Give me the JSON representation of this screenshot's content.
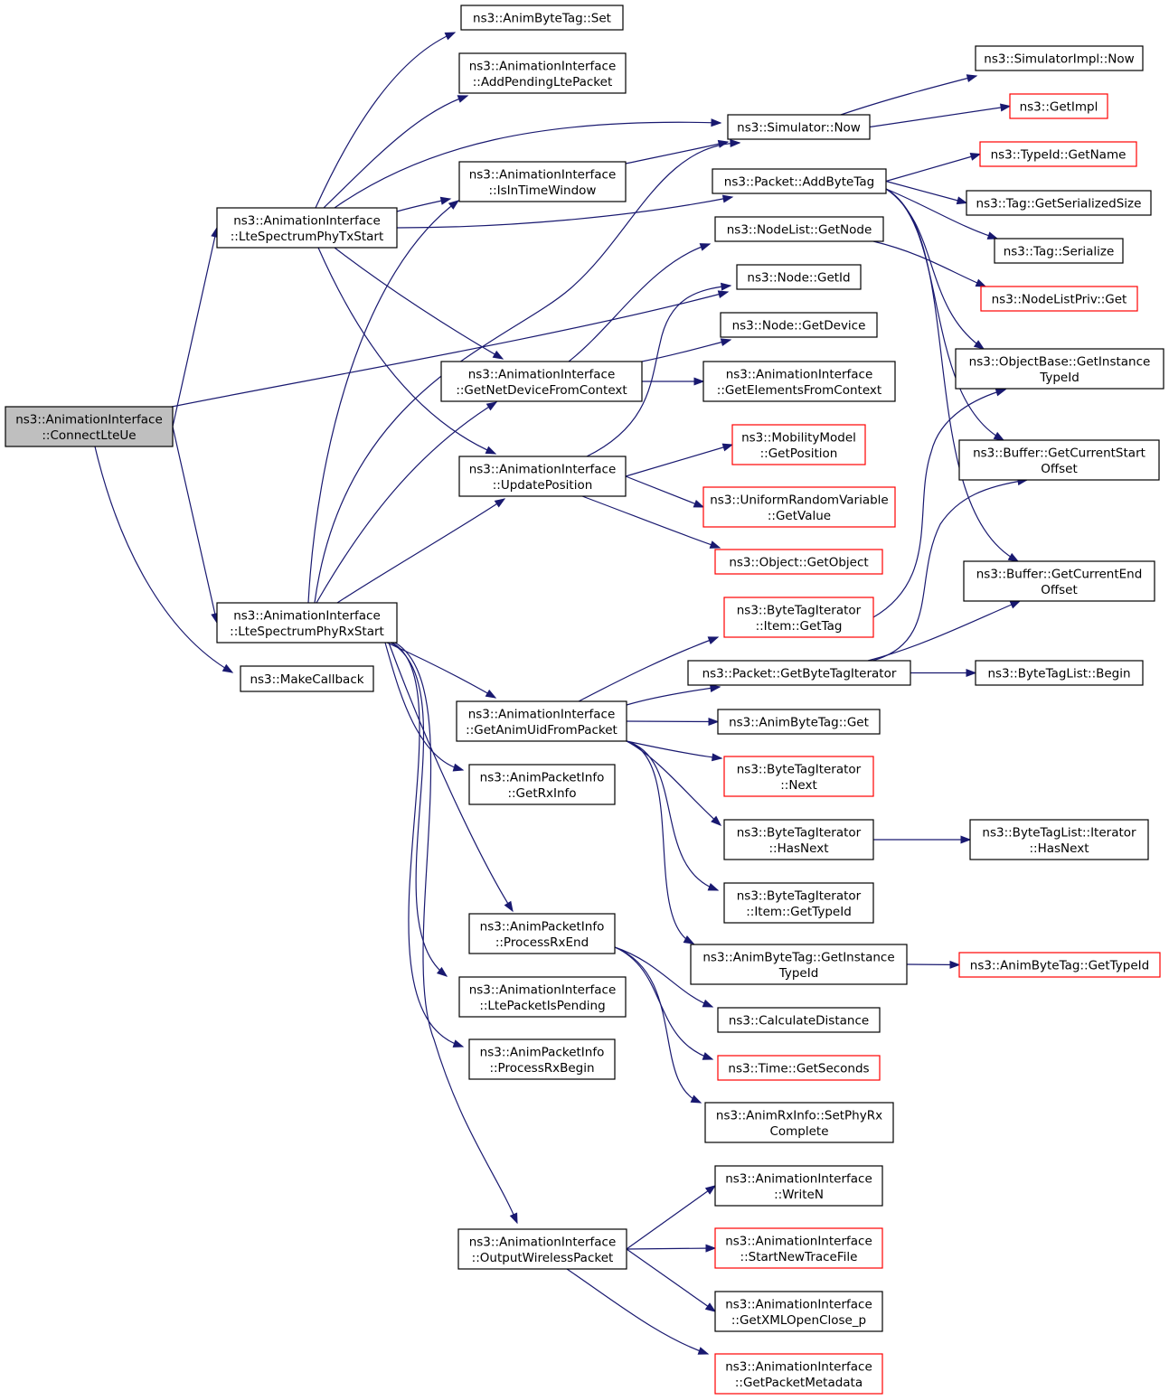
{
  "diagram": {
    "title": "",
    "colors": {
      "edge": "#191970",
      "node_border": "#000000",
      "node_border_undocumented": "#ff0000",
      "root_fill": "#bfbfbf",
      "background": "#ffffff"
    },
    "nodes": [
      {
        "id": "connect",
        "lines": [
          "ns3::AnimationInterface",
          "::ConnectLteUe"
        ],
        "style": "root"
      },
      {
        "id": "txstart",
        "lines": [
          "ns3::AnimationInterface",
          "::LteSpectrumPhyTxStart"
        ],
        "style": "normal"
      },
      {
        "id": "rxstart",
        "lines": [
          "ns3::AnimationInterface",
          "::LteSpectrumPhyRxStart"
        ],
        "style": "normal"
      },
      {
        "id": "makecb",
        "lines": [
          "ns3::MakeCallback"
        ],
        "style": "normal"
      },
      {
        "id": "abt_set",
        "lines": [
          "ns3::AnimByteTag::Set"
        ],
        "style": "normal"
      },
      {
        "id": "addpend",
        "lines": [
          "ns3::AnimationInterface",
          "::AddPendingLtePacket"
        ],
        "style": "normal"
      },
      {
        "id": "intime",
        "lines": [
          "ns3::AnimationInterface",
          "::IsInTimeWindow"
        ],
        "style": "normal"
      },
      {
        "id": "getnetdev",
        "lines": [
          "ns3::AnimationInterface",
          "::GetNetDeviceFromContext"
        ],
        "style": "normal"
      },
      {
        "id": "updpos",
        "lines": [
          "ns3::AnimationInterface",
          "::UpdatePosition"
        ],
        "style": "normal"
      },
      {
        "id": "getanimuid",
        "lines": [
          "ns3::AnimationInterface",
          "::GetAnimUidFromPacket"
        ],
        "style": "normal"
      },
      {
        "id": "getrxinfo",
        "lines": [
          "ns3::AnimPacketInfo",
          "::GetRxInfo"
        ],
        "style": "normal"
      },
      {
        "id": "processrxend",
        "lines": [
          "ns3::AnimPacketInfo",
          "::ProcessRxEnd"
        ],
        "style": "normal"
      },
      {
        "id": "ltepending",
        "lines": [
          "ns3::AnimationInterface",
          "::LtePacketIsPending"
        ],
        "style": "normal"
      },
      {
        "id": "processrxbegin",
        "lines": [
          "ns3::AnimPacketInfo",
          "::ProcessRxBegin"
        ],
        "style": "normal"
      },
      {
        "id": "outwireless",
        "lines": [
          "ns3::AnimationInterface",
          "::OutputWirelessPacket"
        ],
        "style": "normal"
      },
      {
        "id": "simnow",
        "lines": [
          "ns3::Simulator::Now"
        ],
        "style": "normal"
      },
      {
        "id": "addbytetag",
        "lines": [
          "ns3::Packet::AddByteTag"
        ],
        "style": "normal"
      },
      {
        "id": "nodelistget",
        "lines": [
          "ns3::NodeList::GetNode"
        ],
        "style": "normal"
      },
      {
        "id": "nodegetid",
        "lines": [
          "ns3::Node::GetId"
        ],
        "style": "normal"
      },
      {
        "id": "nodegetdev",
        "lines": [
          "ns3::Node::GetDevice"
        ],
        "style": "normal"
      },
      {
        "id": "getelems",
        "lines": [
          "ns3::AnimationInterface",
          "::GetElementsFromContext"
        ],
        "style": "normal"
      },
      {
        "id": "mobpos",
        "lines": [
          "ns3::MobilityModel",
          "::GetPosition"
        ],
        "style": "red"
      },
      {
        "id": "urvget",
        "lines": [
          "ns3::UniformRandomVariable",
          "::GetValue"
        ],
        "style": "red"
      },
      {
        "id": "objgetobj",
        "lines": [
          "ns3::Object::GetObject"
        ],
        "style": "red"
      },
      {
        "id": "btiitemgettag",
        "lines": [
          "ns3::ByteTagIterator",
          "::Item::GetTag"
        ],
        "style": "red"
      },
      {
        "id": "pktgetbti",
        "lines": [
          "ns3::Packet::GetByteTagIterator"
        ],
        "style": "normal"
      },
      {
        "id": "abtget",
        "lines": [
          "ns3::AnimByteTag::Get"
        ],
        "style": "normal"
      },
      {
        "id": "btinext",
        "lines": [
          "ns3::ByteTagIterator",
          "::Next"
        ],
        "style": "red"
      },
      {
        "id": "btihasnext",
        "lines": [
          "ns3::ByteTagIterator",
          "::HasNext"
        ],
        "style": "normal"
      },
      {
        "id": "btiitemtypeid",
        "lines": [
          "ns3::ByteTagIterator",
          "::Item::GetTypeId"
        ],
        "style": "normal"
      },
      {
        "id": "abtgetinst",
        "lines": [
          "ns3::AnimByteTag::GetInstance",
          "TypeId"
        ],
        "style": "normal"
      },
      {
        "id": "calcdist",
        "lines": [
          "ns3::CalculateDistance"
        ],
        "style": "normal"
      },
      {
        "id": "timegetsec",
        "lines": [
          "ns3::Time::GetSeconds"
        ],
        "style": "red"
      },
      {
        "id": "setphyrx",
        "lines": [
          "ns3::AnimRxInfo::SetPhyRx",
          "Complete"
        ],
        "style": "normal"
      },
      {
        "id": "writen",
        "lines": [
          "ns3::AnimationInterface",
          "::WriteN"
        ],
        "style": "normal"
      },
      {
        "id": "startnew",
        "lines": [
          "ns3::AnimationInterface",
          "::StartNewTraceFile"
        ],
        "style": "red"
      },
      {
        "id": "getxml",
        "lines": [
          "ns3::AnimationInterface",
          "::GetXMLOpenClose_p"
        ],
        "style": "normal"
      },
      {
        "id": "getpktmeta",
        "lines": [
          "ns3::AnimationInterface",
          "::GetPacketMetadata"
        ],
        "style": "red"
      },
      {
        "id": "simimplnow",
        "lines": [
          "ns3::SimulatorImpl::Now"
        ],
        "style": "normal"
      },
      {
        "id": "getimpl",
        "lines": [
          "ns3::GetImpl"
        ],
        "style": "red"
      },
      {
        "id": "typeidgetname",
        "lines": [
          "ns3::TypeId::GetName"
        ],
        "style": "red"
      },
      {
        "id": "taggetser",
        "lines": [
          "ns3::Tag::GetSerializedSize"
        ],
        "style": "normal"
      },
      {
        "id": "tagser",
        "lines": [
          "ns3::Tag::Serialize"
        ],
        "style": "normal"
      },
      {
        "id": "nodelistprivget",
        "lines": [
          "ns3::NodeListPriv::Get"
        ],
        "style": "red"
      },
      {
        "id": "objbasegetinst",
        "lines": [
          "ns3::ObjectBase::GetInstance",
          "TypeId"
        ],
        "style": "normal"
      },
      {
        "id": "bufstart",
        "lines": [
          "ns3::Buffer::GetCurrentStart",
          "Offset"
        ],
        "style": "normal"
      },
      {
        "id": "bufend",
        "lines": [
          "ns3::Buffer::GetCurrentEnd",
          "Offset"
        ],
        "style": "normal"
      },
      {
        "id": "btlbegin",
        "lines": [
          "ns3::ByteTagList::Begin"
        ],
        "style": "normal"
      },
      {
        "id": "btlithasnext",
        "lines": [
          "ns3::ByteTagList::Iterator",
          "::HasNext"
        ],
        "style": "normal"
      },
      {
        "id": "abtgettypeid",
        "lines": [
          "ns3::AnimByteTag::GetTypeId"
        ],
        "style": "red"
      }
    ],
    "edges": [
      [
        "connect",
        "txstart"
      ],
      [
        "connect",
        "nodegetid"
      ],
      [
        "connect",
        "rxstart"
      ],
      [
        "connect",
        "makecb"
      ],
      [
        "txstart",
        "abt_set"
      ],
      [
        "txstart",
        "addpend"
      ],
      [
        "txstart",
        "simnow"
      ],
      [
        "txstart",
        "intime"
      ],
      [
        "txstart",
        "addbytetag"
      ],
      [
        "txstart",
        "getnetdev"
      ],
      [
        "txstart",
        "updpos"
      ],
      [
        "rxstart",
        "intime"
      ],
      [
        "rxstart",
        "simnow"
      ],
      [
        "rxstart",
        "getnetdev"
      ],
      [
        "rxstart",
        "updpos"
      ],
      [
        "rxstart",
        "getanimuid"
      ],
      [
        "rxstart",
        "getrxinfo"
      ],
      [
        "rxstart",
        "processrxend"
      ],
      [
        "rxstart",
        "ltepending"
      ],
      [
        "rxstart",
        "processrxbegin"
      ],
      [
        "rxstart",
        "outwireless"
      ],
      [
        "intime",
        "simnow"
      ],
      [
        "getnetdev",
        "nodelistget"
      ],
      [
        "getnetdev",
        "nodegetdev"
      ],
      [
        "getnetdev",
        "getelems"
      ],
      [
        "updpos",
        "nodegetid"
      ],
      [
        "updpos",
        "mobpos"
      ],
      [
        "updpos",
        "urvget"
      ],
      [
        "updpos",
        "objgetobj"
      ],
      [
        "getanimuid",
        "btiitemgettag"
      ],
      [
        "getanimuid",
        "pktgetbti"
      ],
      [
        "getanimuid",
        "abtget"
      ],
      [
        "getanimuid",
        "btinext"
      ],
      [
        "getanimuid",
        "btihasnext"
      ],
      [
        "getanimuid",
        "btiitemtypeid"
      ],
      [
        "getanimuid",
        "abtgetinst"
      ],
      [
        "processrxend",
        "calcdist"
      ],
      [
        "processrxend",
        "timegetsec"
      ],
      [
        "processrxend",
        "setphyrx"
      ],
      [
        "outwireless",
        "writen"
      ],
      [
        "outwireless",
        "startnew"
      ],
      [
        "outwireless",
        "getxml"
      ],
      [
        "outwireless",
        "getpktmeta"
      ],
      [
        "simnow",
        "simimplnow"
      ],
      [
        "simnow",
        "getimpl"
      ],
      [
        "addbytetag",
        "typeidgetname"
      ],
      [
        "addbytetag",
        "taggetser"
      ],
      [
        "addbytetag",
        "tagser"
      ],
      [
        "addbytetag",
        "objbasegetinst"
      ],
      [
        "addbytetag",
        "bufstart"
      ],
      [
        "addbytetag",
        "bufend"
      ],
      [
        "nodelistget",
        "nodelistprivget"
      ],
      [
        "btiitemgettag",
        "objbasegetinst"
      ],
      [
        "pktgetbti",
        "bufstart"
      ],
      [
        "pktgetbti",
        "bufend"
      ],
      [
        "pktgetbti",
        "btlbegin"
      ],
      [
        "btihasnext",
        "btlithasnext"
      ],
      [
        "abtgetinst",
        "abtgettypeid"
      ]
    ]
  }
}
